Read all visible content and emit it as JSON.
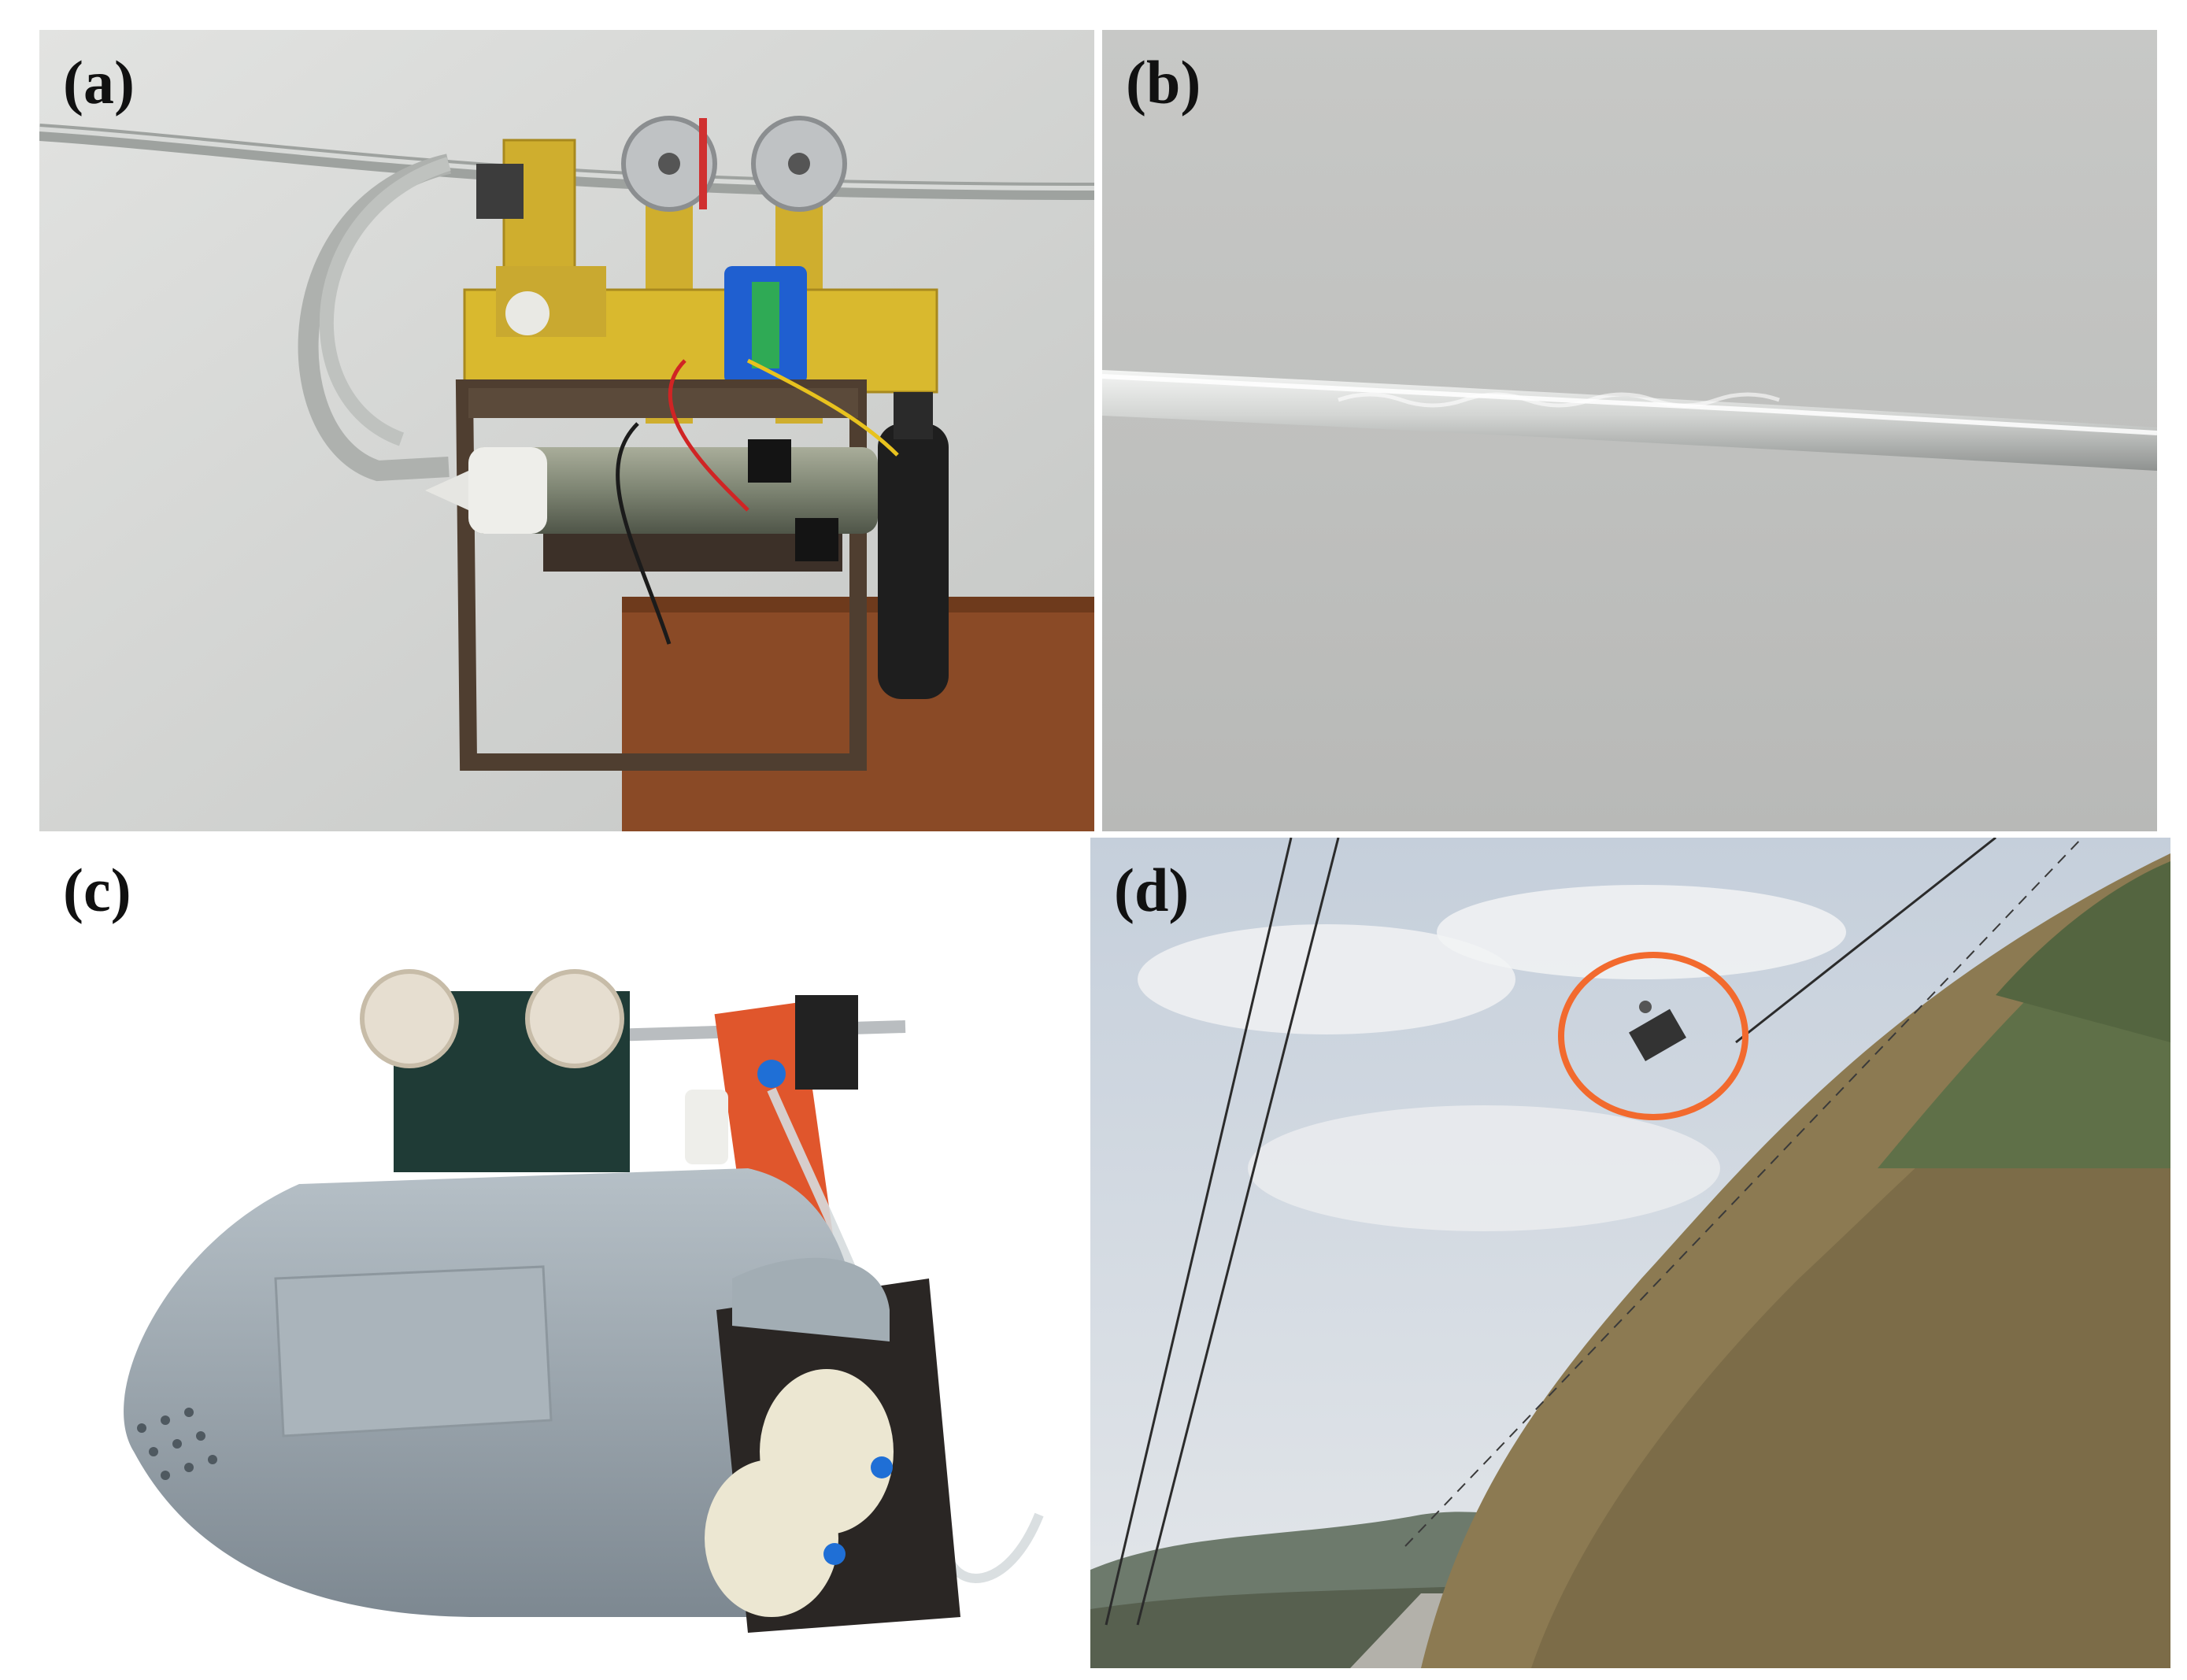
{
  "panels": [
    {
      "id": "a",
      "label": "(a)"
    },
    {
      "id": "b",
      "label": "(b)"
    },
    {
      "id": "c",
      "label": "(c)"
    },
    {
      "id": "d",
      "label": "(d)"
    }
  ],
  "colors": {
    "wall": "#d4d6d4",
    "bracket_yellow": "#d9b92e",
    "frame_rust": "#5b4a3a",
    "battery_blue": "#1f5fd0",
    "cable_gray": "#c9cbc8",
    "robot_body": "#98a4ad",
    "mount_orange": "#e0562c",
    "highlight_circle": "#f26a2e",
    "sky": "#cdd6e0",
    "vegetation": "#8c7a52"
  }
}
